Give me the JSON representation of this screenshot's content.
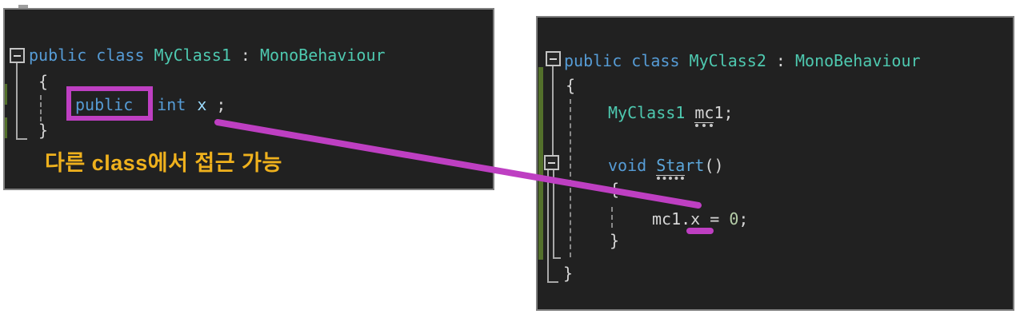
{
  "colors": {
    "accent": "#BE3FC2",
    "keyword": "#569CD6",
    "type": "#4EC9B0",
    "plain": "#D6D6D6",
    "number": "#B5CEA8",
    "field": "#9CDCFE",
    "method": "#5CA7DB",
    "caption": "#EFB11D",
    "panel-bg": "#212121",
    "panel-border": "#7F7F7F",
    "change-bar": "#53702B"
  },
  "left_editor": {
    "line1": {
      "keywords": "public class ",
      "class_name": "MyClass1",
      "colon": " : ",
      "base_class": "MonoBehaviour"
    },
    "line2_open_brace": "{",
    "line3": {
      "modifier": "public",
      "type": "int",
      "field": "x",
      "semicolon": ";"
    },
    "line4_close_brace": "}",
    "caption": "다른 class에서 접근 가능"
  },
  "right_editor": {
    "line1": {
      "keywords": "public class ",
      "class_name": "MyClass2",
      "colon": " : ",
      "base_class": "MonoBehaviour"
    },
    "line2_open_brace": "{",
    "line3": {
      "type": "MyClass1 ",
      "var_a": "mc",
      "var_b": "1;"
    },
    "line4": {
      "keywords": "void ",
      "method_a": "Sta",
      "method_b": "rt",
      "parens": "()"
    },
    "line5_open_brace": "{",
    "line6": {
      "lhs": "mc1.x",
      "assign": " = ",
      "number": "0",
      "semicolon": ";"
    },
    "line7_close_brace": "}",
    "line8_close_brace": "}"
  }
}
